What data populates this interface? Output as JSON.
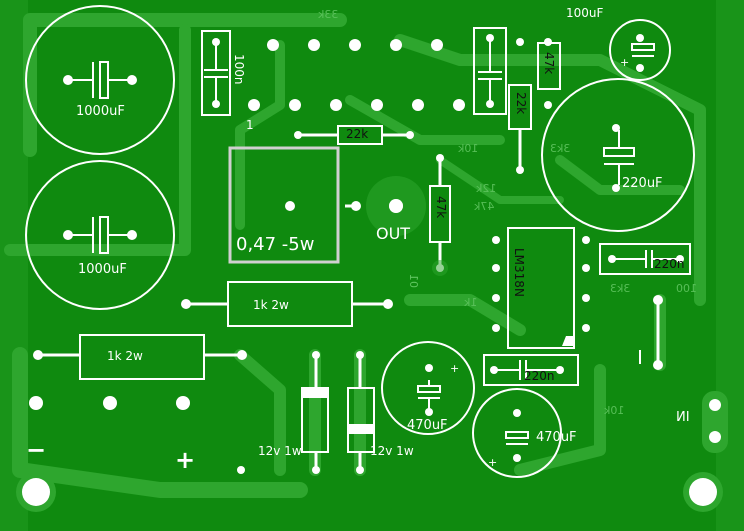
{
  "components": {
    "c1000_top": "1000uF",
    "c1000_bottom": "1000uF",
    "c100n": "100n",
    "pin1": "1",
    "r22k_h": "22k",
    "r22k_v": "22k",
    "r47k_top": "47k",
    "c220uF": "220uF",
    "c100uF": "100uF",
    "r047": "0,47 -5w",
    "out": "OUT",
    "r47k_mid": "47k",
    "lm318": "LM318N",
    "c220n_right": "220n",
    "r1k_top": "1k 2w",
    "r1k_bottom": "1k 2w",
    "c220n_bottom": "220n",
    "c470_left": "470uF",
    "c470_right": "470uF",
    "z12v_left": "12v 1w",
    "z12v_right": "12v 1w",
    "minus": "−",
    "plus": "+",
    "in": "IN"
  },
  "mirrored": {
    "m1": "33k",
    "m2": "10k",
    "m3": "3k3",
    "m4": "12k",
    "m5": "47k",
    "m6": "1k",
    "m7": "3k3",
    "m8": "10k",
    "m9": "100",
    "m10": "01"
  },
  "colors": {
    "board": "#0f8a0f",
    "copper": "#2ea62e",
    "silk": "#ffffff"
  }
}
